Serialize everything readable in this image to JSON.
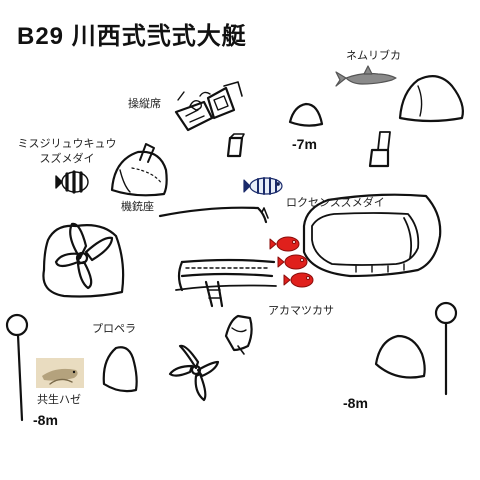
{
  "title": "B29 川西式弐式大艇",
  "labels": {
    "shark": "ネムリブカ",
    "cockpit": "操縦席",
    "damselfish_line1": "ミスジリュウキュウ",
    "damselfish_line2": "スズメダイ",
    "gun_turret": "機銃座",
    "rockcen": "ロクセンスズメダイ",
    "cardinalfish": "アカマツカサ",
    "propeller": "プロペラ",
    "goby": "共生ハゼ"
  },
  "depths": {
    "top": "-7m",
    "right": "-8m",
    "left": "-8m"
  },
  "colors": {
    "ink": "#111111",
    "cardinalfish": "#e0201c",
    "goby": "#e9dcc0"
  }
}
